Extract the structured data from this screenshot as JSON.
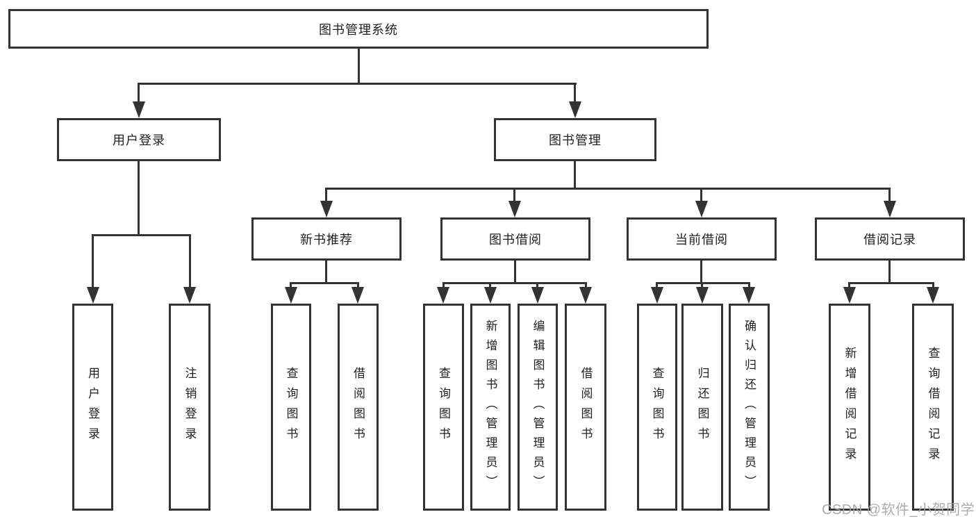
{
  "diagram": {
    "title": "图书管理系统",
    "root": {
      "label": "图书管理系统"
    },
    "level2": [
      {
        "label": "用户登录"
      },
      {
        "label": "图书管理"
      }
    ],
    "level3": [
      {
        "label": "新书推荐"
      },
      {
        "label": "图书借阅"
      },
      {
        "label": "当前借阅"
      },
      {
        "label": "借阅记录"
      }
    ],
    "leaves": [
      {
        "label": "用户登录",
        "parent": "用户登录"
      },
      {
        "label": "注销登录",
        "parent": "用户登录"
      },
      {
        "label": "查询图书",
        "parent": "新书推荐"
      },
      {
        "label": "借阅图书",
        "parent": "新书推荐"
      },
      {
        "label": "查询图书",
        "parent": "图书借阅"
      },
      {
        "label": "新增图书（管理员）",
        "parent": "图书借阅"
      },
      {
        "label": "编辑图书（管理员）",
        "parent": "图书借阅"
      },
      {
        "label": "借阅图书",
        "parent": "图书借阅"
      },
      {
        "label": "查询图书",
        "parent": "当前借阅"
      },
      {
        "label": "归还图书",
        "parent": "当前借阅"
      },
      {
        "label": "确认归还（管理员）",
        "parent": "当前借阅"
      },
      {
        "label": "新增借阅记录",
        "parent": "借阅记录"
      },
      {
        "label": "查询借阅记录",
        "parent": "借阅记录"
      }
    ]
  },
  "watermark": {
    "text": "CSDN @软件_小贺同学"
  },
  "colors": {
    "line": "#333333",
    "text": "#1f1f1f",
    "watermark": "#a6a6a6",
    "background": "#ffffff"
  }
}
